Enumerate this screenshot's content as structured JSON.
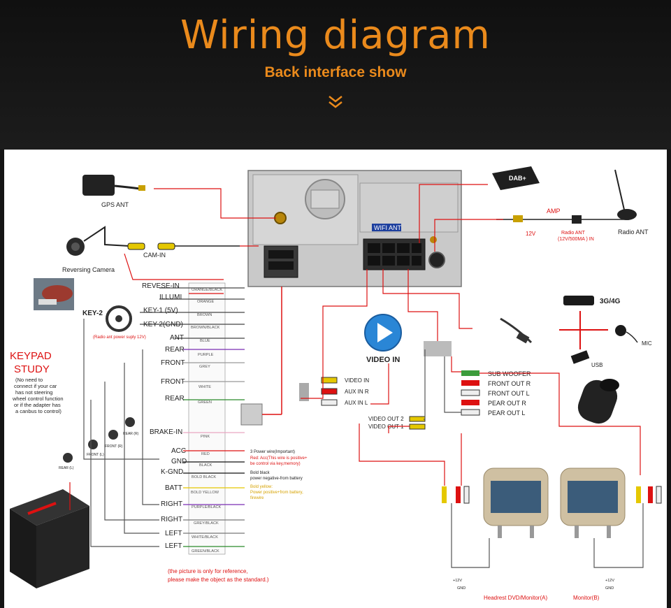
{
  "header": {
    "title": "Wiring diagram",
    "subtitle": "Back interface show"
  },
  "components": {
    "gps": "GPS ANT",
    "cam": "Reversing Camera",
    "camin": "CAM-IN",
    "wifi": "WIFI ANT",
    "dab": "DAB+",
    "amp": "AMP",
    "v12": "12V",
    "radio_ant": "Radio ANT",
    "radio_ant_power_1": "Radio ANT",
    "radio_ant_power_2": "(12V/500MA ) IN",
    "g3g4": "3G/4G",
    "mic": "MIC",
    "usb": "USB",
    "video_in": "VIDEO IN",
    "video_in_rca": "VIDEO IN",
    "aux_r": "AUX IN R",
    "aux_l": "AUX IN L",
    "video_out_2": "VIDEO OUT 2",
    "video_out_1": "VIDEO OUT 1",
    "sub": "SUB WOOFER",
    "fr": "FRONT OUT R",
    "fl": "FRONT OUT L",
    "pr": "PEAR OUT R",
    "pl": "PEAR OUT L"
  },
  "harness": {
    "reverse": "REVESE-IN",
    "illumi": "ILLUMI",
    "key2_left": "KEY-2",
    "key1": "KEY-1 (5V)",
    "key2": "KEY-2(GND)",
    "radio_note": "(Radio ant power suply 12V)",
    "ant": "ANT",
    "rear1": "REAR",
    "front1": "FRONT",
    "front2": "FRONT",
    "rear2": "REAR",
    "brake": "BRAKE-IN",
    "acc": "ACC",
    "gnd": "GND",
    "kgnd": "K-GND",
    "batt": "BATT",
    "right1": "RIGHT",
    "right2": "RIGHT",
    "left1": "LEFT",
    "left2": "LEFT"
  },
  "colors_labels": {
    "c1": "ORANGE/BLACK",
    "c2": "ORANGE",
    "c3": "BROWN",
    "c4": "BROWN/BLACK",
    "c5": "BLUE",
    "c6": "PURPLE",
    "c7": "GREY",
    "c8": "WHITE",
    "c9": "GREEN",
    "c10": "PINK",
    "c11": "RED",
    "c12": "BLACK",
    "c13": "BOLD BLACK",
    "c14": "BOLD YELLOW",
    "c15": "PURPLE/BLACK",
    "c16": "GREY/BLACK",
    "c17": "WHITE/BLACK",
    "c18": "GREEN/BLACK"
  },
  "keypad": {
    "title1": "KEYPAD",
    "title2": "STUDY",
    "n1": "(No need to",
    "n2": "connect if your car",
    "n3": "has not steering",
    "n4": "wheel control function",
    "n5": "or if the adapter has",
    "n6": "a canbus to control)"
  },
  "speakers": {
    "front_l": "FRONT (L)",
    "front_r": "FRONT (R)",
    "rear_r": "REAR (R)",
    "rear_l": "REAR (L)"
  },
  "power_notes": {
    "p1": "3 Power wire(Important)",
    "p2": "Red: Acc(This wire is positive+",
    "p3": "be control via key,memory)",
    "p4": "Bold black",
    "p5": "power negative-from battery",
    "p6": "Bold yellow:",
    "p7": "Power positive+from battery,",
    "p8": "firewire"
  },
  "notes": {
    "ref1": "(the picture is only for reference,",
    "ref2": "please make the object as the standard.)",
    "v12a": "+12V",
    "gnd_a": "GND",
    "v12b": "+12V",
    "gnd_b": "GND",
    "monitor_a": "Headrest DVD/Monitor(A)",
    "monitor_b": "Monitor(B)"
  },
  "palette": {
    "accent": "#ea8a1c",
    "wire_red": "#d11111",
    "background_header": "#141414"
  }
}
